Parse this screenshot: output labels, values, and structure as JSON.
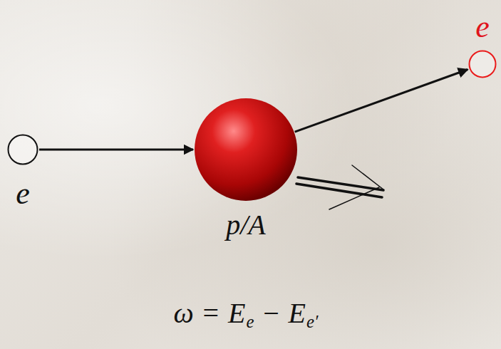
{
  "diagram": {
    "nodes": [
      {
        "text": [
          "e"
        ]
      },
      {
        "text": [
          "p/A"
        ]
      },
      {
        "text": [
          "e"
        ]
      }
    ],
    "edges": [
      {
        "from": 0,
        "to": 1,
        "arrow": "to"
      },
      {
        "from": 1,
        "to": 2,
        "arrow": "to"
      }
    ],
    "labels": [
      "ω",
      "=",
      "E",
      "e",
      "−",
      "E",
      "e′"
    ]
  }
}
